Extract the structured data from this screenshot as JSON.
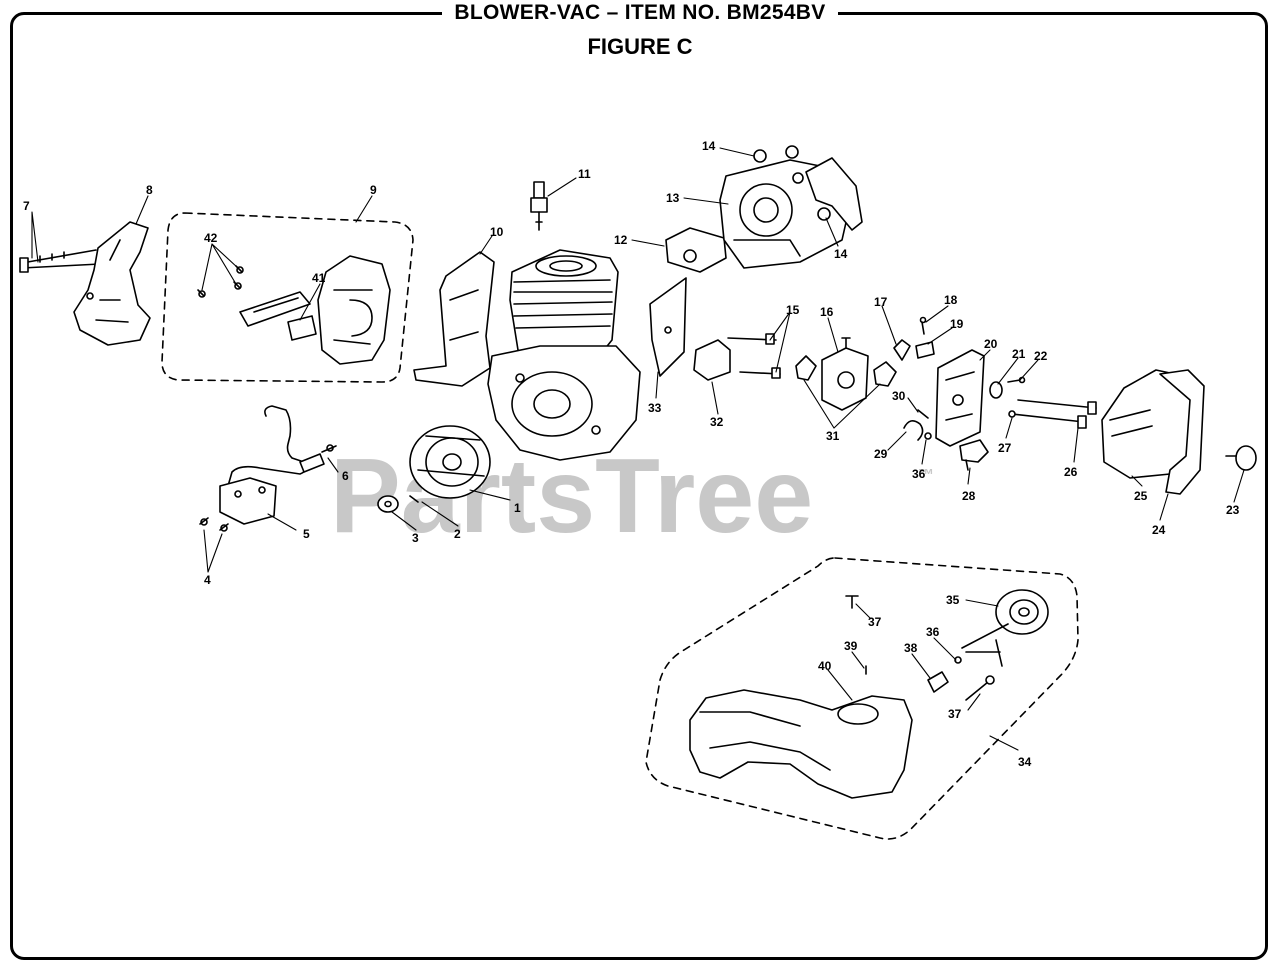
{
  "header": {
    "title": "BLOWER-VAC – ITEM NO. BM254BV",
    "figure": "FIGURE C"
  },
  "watermark": {
    "text": "PartsTree",
    "tm": "™"
  },
  "colors": {
    "line": "#000000",
    "watermark": "#c8c8c8",
    "background": "#ffffff"
  },
  "callouts": {
    "c1": "1",
    "c2": "2",
    "c3": "3",
    "c4": "4",
    "c5": "5",
    "c6": "6",
    "c7": "7",
    "c8": "8",
    "c9": "9",
    "c10": "10",
    "c11": "11",
    "c12": "12",
    "c13": "13",
    "c14a": "14",
    "c14b": "14",
    "c15": "15",
    "c16": "16",
    "c17": "17",
    "c18": "18",
    "c19": "19",
    "c20": "20",
    "c21": "21",
    "c22": "22",
    "c23": "23",
    "c24": "24",
    "c25": "25",
    "c26": "26",
    "c27": "27",
    "c28": "28",
    "c29": "29",
    "c30": "30",
    "c31": "31",
    "c32": "32",
    "c33": "33",
    "c34": "34",
    "c35": "35",
    "c36a": "36",
    "c36b": "36",
    "c37a": "37",
    "c37b": "37",
    "c38": "38",
    "c39": "39",
    "c40": "40",
    "c41": "41",
    "c42": "42"
  }
}
